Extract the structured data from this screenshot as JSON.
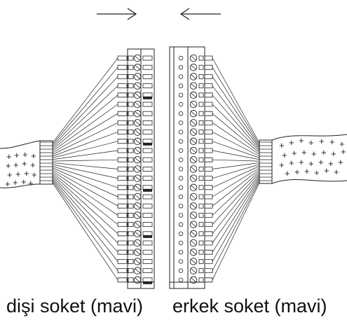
{
  "labels": {
    "female_socket": "dişi soket (mavi)",
    "male_socket": "erkek soket (mavi)"
  },
  "arrows": {
    "left": "arrow-right-icon",
    "right": "arrow-left-icon"
  },
  "connector": {
    "pin_count": 25
  },
  "colors": {
    "line": "#222222",
    "background": "#ffffff"
  }
}
